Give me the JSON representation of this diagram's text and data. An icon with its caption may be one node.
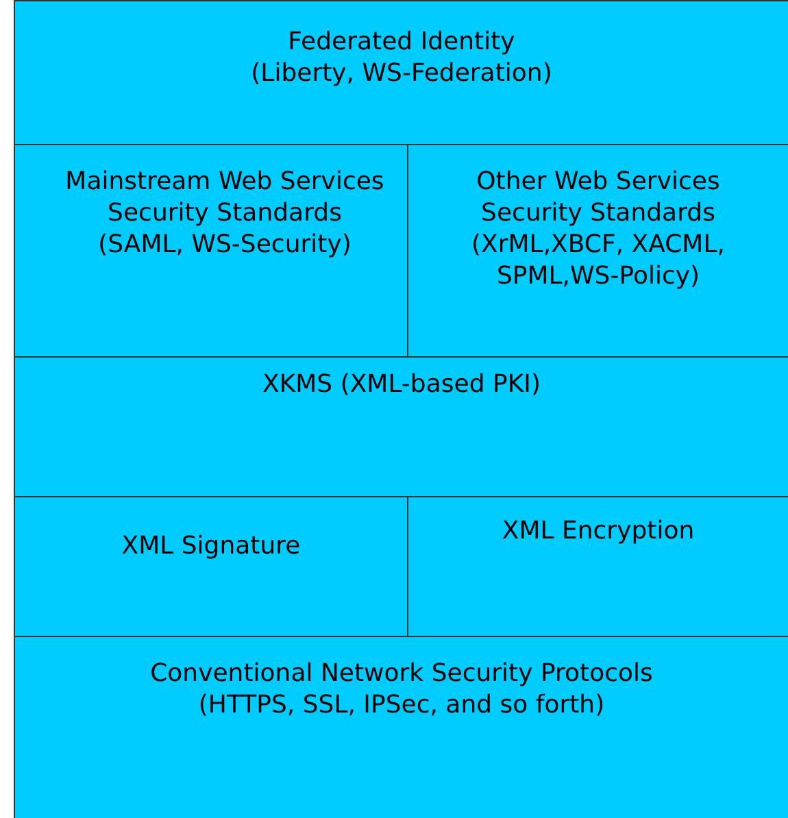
{
  "diagram": {
    "nodes": [
      {
        "text": [
          "Federated Identity",
          "(Liberty, WS-Federation)"
        ]
      },
      {
        "text": [
          "Mainstream Web Services Security Standards",
          "(SAML, WS-Security)"
        ]
      },
      {
        "text": [
          "Other Web Services Security Standards",
          "(XrML,XBCF, XACML, SPML,WS-Policy)"
        ]
      },
      {
        "text": [
          "XKMS (XML-based PKI)"
        ]
      },
      {
        "text": [
          "XML Signature"
        ]
      },
      {
        "text": [
          "XML Encryption"
        ]
      },
      {
        "text": [
          "Conventional Network Security Protocols",
          "(HTTPS, SSL, IPSec, and so forth)"
        ]
      }
    ]
  }
}
